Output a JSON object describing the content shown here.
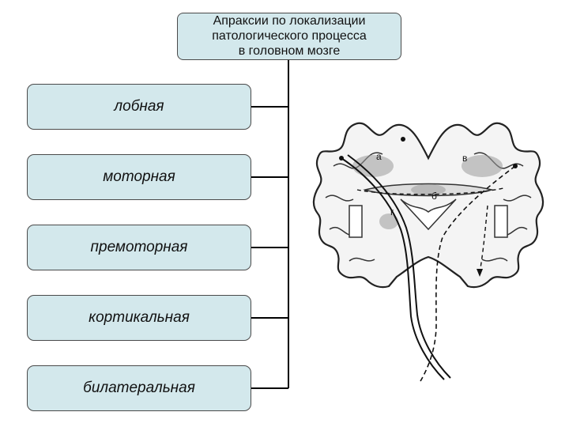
{
  "title": {
    "lines": [
      "Апраксии по локализации",
      "патологического процесса",
      "в головном мозге"
    ]
  },
  "items": [
    {
      "label": "лобная"
    },
    {
      "label": "моторная"
    },
    {
      "label": "премоторная"
    },
    {
      "label": "кортикальная"
    },
    {
      "label": "билатеральная"
    }
  ],
  "brain_labels": {
    "a": "а",
    "b": "б",
    "v": "в",
    "g": "г"
  },
  "colors": {
    "box_fill": "#d3e8ec",
    "box_border": "#4a4a4a",
    "connector": "#000000"
  }
}
